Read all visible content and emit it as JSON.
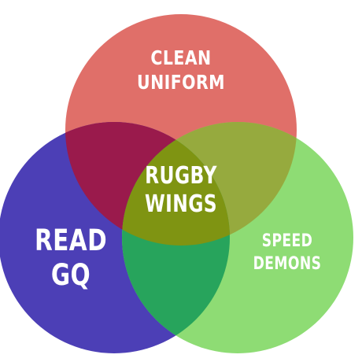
{
  "colors": {
    "red": "#E06F69",
    "blue": "#4C3FB6",
    "green": "#8EDC74",
    "red_blue": "#9A1A4C",
    "red_green": "#96AA3E",
    "blue_green": "#27A45C",
    "center": "#7F9412"
  },
  "sets": {
    "top": {
      "line1": "CLEAN",
      "line2": "UNIFORM"
    },
    "left": {
      "line1": "READ",
      "line2": "GQ"
    },
    "right": {
      "line1": "SPEED",
      "line2": "DEMONS"
    }
  },
  "intersection": {
    "line1": "RUGBY",
    "line2": "WINGS"
  }
}
